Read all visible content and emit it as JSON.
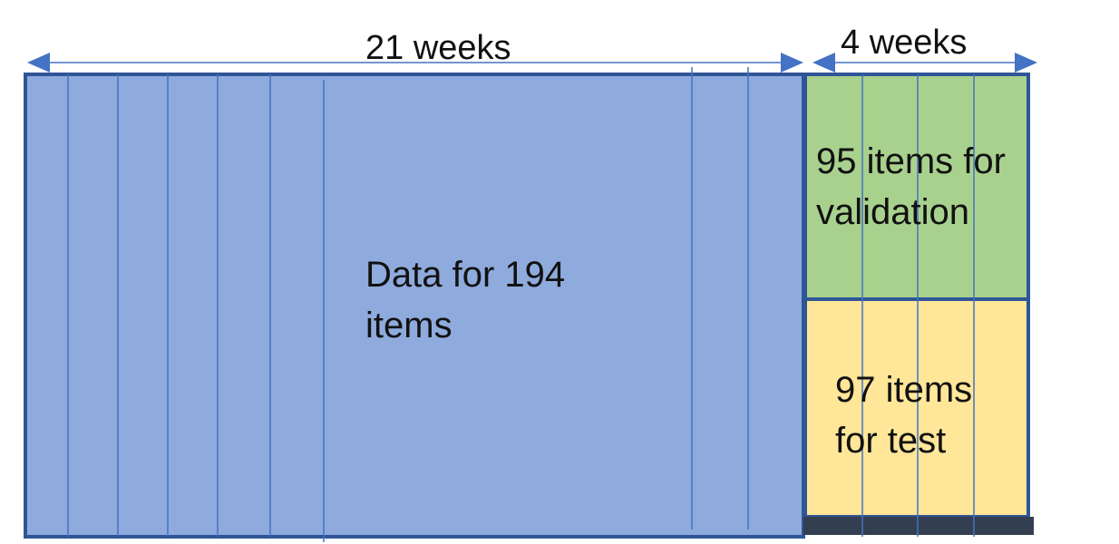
{
  "diagram": {
    "train": {
      "duration_label": "21 weeks",
      "lines": [
        "Data for 194",
        "items"
      ]
    },
    "holdout": {
      "duration_label": "4 weeks"
    },
    "validation": {
      "lines": [
        "95 items for",
        "validation"
      ]
    },
    "test": {
      "lines": [
        "97 items",
        "for test"
      ]
    }
  },
  "colors": {
    "train_fill": "#8FAADC",
    "border": "#2F5597",
    "divider": "#4472C4",
    "validation_fill": "#A9D18E",
    "test_fill": "#FFE699",
    "bottom_band": "#333F50",
    "arrow": "#4472C4"
  }
}
